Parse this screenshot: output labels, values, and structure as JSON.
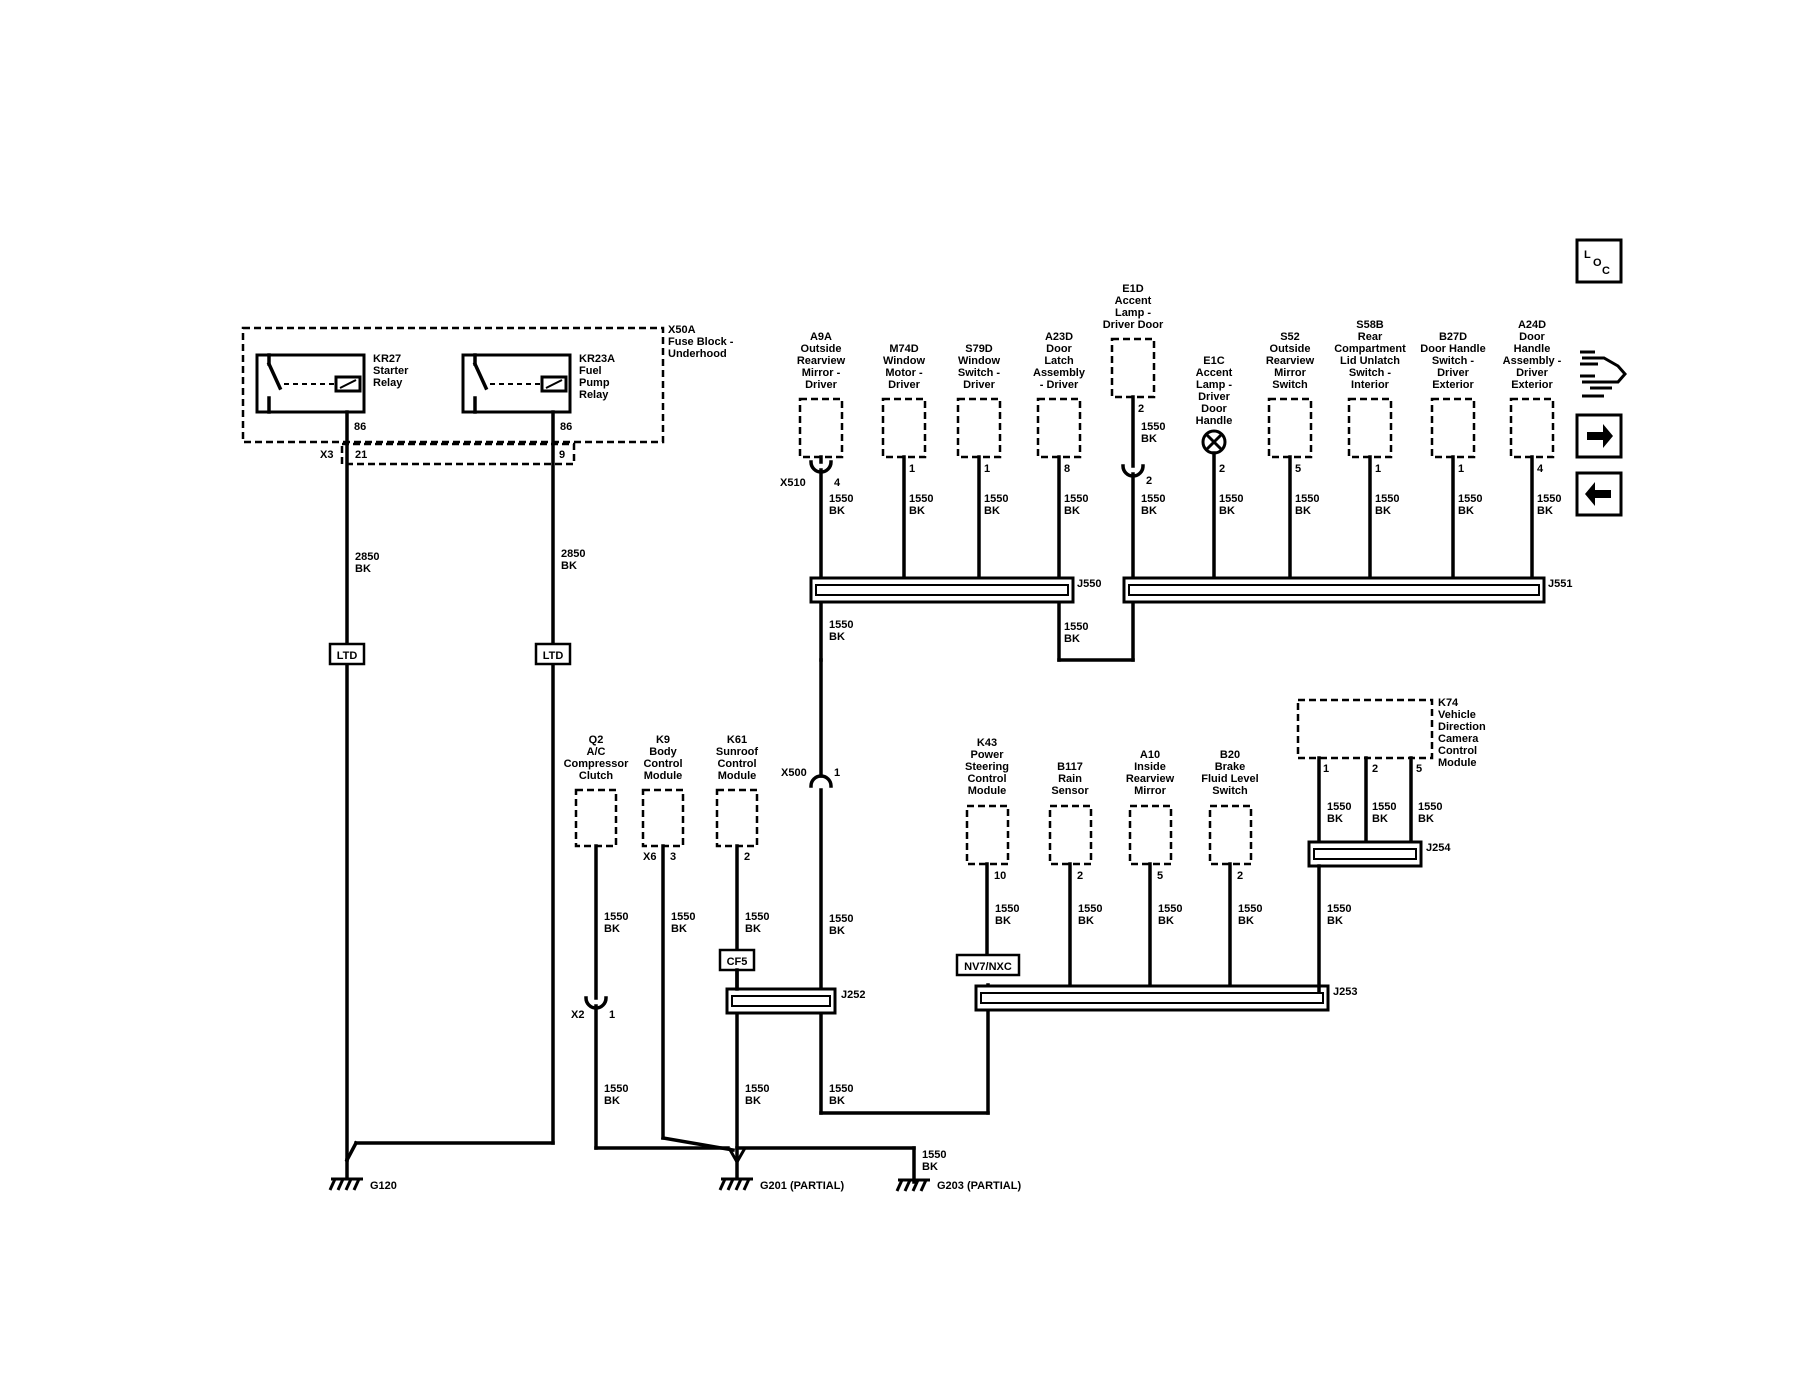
{
  "fuse_block": {
    "label": "X50A\nFuse Block -\nUnderhood"
  },
  "relays": [
    {
      "id": "kr27",
      "label": "KR27\nStarter\nRelay",
      "pin": "86",
      "conn_pin": "21",
      "wire": "2850\nBK",
      "tag": "LTD"
    },
    {
      "id": "kr23a",
      "label": "KR23A\nFuel\nPump\nRelay",
      "pin": "86",
      "conn_pin": "9",
      "wire": "2850\nBK",
      "tag": "LTD"
    }
  ],
  "x3_label": "X3",
  "top_components": [
    {
      "id": "a9a",
      "label": "A9A\nOutside\nRearview\nMirror -\nDriver",
      "pin": "4",
      "connector": "X510",
      "wire": "1550\nBK"
    },
    {
      "id": "m74d",
      "label": "M74D\nWindow\nMotor -\nDriver",
      "pin": "1",
      "wire": "1550\nBK"
    },
    {
      "id": "s79d",
      "label": "S79D\nWindow\nSwitch -\nDriver",
      "pin": "1",
      "wire": "1550\nBK"
    },
    {
      "id": "a23d",
      "label": "A23D\nDoor\nLatch\nAssembly\n- Driver",
      "pin": "8",
      "wire": "1550\nBK"
    },
    {
      "id": "e1d",
      "label": "E1D\nAccent\nLamp -\nDriver Door",
      "pin_top": "2",
      "wire_top": "1550\nBK",
      "pin": "2",
      "wire": "1550\nBK"
    },
    {
      "id": "e1c",
      "label": "E1C\nAccent\nLamp -\nDriver\nDoor\nHandle",
      "pin": "2",
      "wire": "1550\nBK"
    },
    {
      "id": "s52",
      "label": "S52\nOutside\nRearview\nMirror\nSwitch",
      "pin": "5",
      "wire": "1550\nBK"
    },
    {
      "id": "s58b",
      "label": "S58B\nRear\nCompartment\nLid Unlatch\nSwitch -\nInterior",
      "pin": "1",
      "wire": "1550\nBK"
    },
    {
      "id": "b27d",
      "label": "B27D\nDoor Handle\nSwitch -\nDriver\nExterior",
      "pin": "1",
      "wire": "1550\nBK"
    },
    {
      "id": "a24d",
      "label": "A24D\nDoor\nHandle\nAssembly -\nDriver\nExterior",
      "pin": "4",
      "wire": "1550\nBK"
    }
  ],
  "splices": {
    "j550": "J550",
    "j551": "J551",
    "j252": "J252",
    "j253": "J253",
    "j254": "J254"
  },
  "j550_out_wire": "1550\nBK",
  "j551_link_wire": "1550\nBK",
  "x500": {
    "label": "X500",
    "pin": "1",
    "wire": "1550\nBK"
  },
  "bottom_left_components": [
    {
      "id": "q2",
      "label": "Q2\nA/C\nCompressor\nClutch",
      "wire": "1550\nBK",
      "connector": "X2",
      "conn_pin": "1",
      "wire2": "1550\nBK"
    },
    {
      "id": "k9",
      "label": "K9\nBody\nControl\nModule",
      "connector": "X6",
      "pin": "3",
      "wire": "1550\nBK"
    },
    {
      "id": "k61",
      "label": "K61\nSunroof\nControl\nModule",
      "pin": "2",
      "wire": "1550\nBK",
      "tag": "CF5",
      "wire2": "1550\nBK"
    }
  ],
  "j252_out_wire": "1550\nBK",
  "right_bottom_components": [
    {
      "id": "k43",
      "label": "K43\nPower\nSteering\nControl\nModule",
      "pin": "10",
      "wire": "1550\nBK",
      "tag": "NV7/NXC"
    },
    {
      "id": "b117",
      "label": "B117\nRain\nSensor",
      "pin": "2",
      "wire": "1550\nBK"
    },
    {
      "id": "a10",
      "label": "A10\nInside\nRearview\nMirror",
      "pin": "5",
      "wire": "1550\nBK"
    },
    {
      "id": "b20",
      "label": "B20\nBrake\nFluid Level\nSwitch",
      "pin": "2",
      "wire": "1550\nBK"
    }
  ],
  "k74": {
    "label": "K74\nVehicle\nDirection\nCamera\nControl\nModule",
    "pins": [
      "1",
      "2",
      "5"
    ],
    "wire": "1550\nBK",
    "out_wire": "1550\nBK"
  },
  "grounds": [
    {
      "id": "g120",
      "label": "G120"
    },
    {
      "id": "g201",
      "label": "G201 (PARTIAL)"
    },
    {
      "id": "g203",
      "label": "G203 (PARTIAL)",
      "wire": "1550\nBK"
    }
  ],
  "side_icons": [
    {
      "name": "loc-icon",
      "text": "LOC"
    },
    {
      "name": "connector-view-icon"
    },
    {
      "name": "arrow-right-icon"
    },
    {
      "name": "arrow-left-icon"
    }
  ]
}
